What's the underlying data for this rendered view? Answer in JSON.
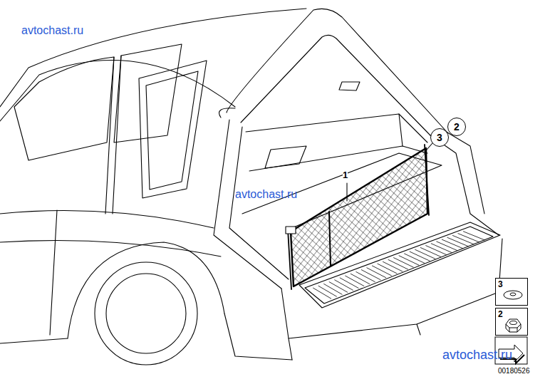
{
  "diagram": {
    "nodes": [
      {
        "text": [
          "2"
        ]
      },
      {
        "text": [
          "3"
        ]
      },
      {
        "text": [
          "3"
        ]
      },
      {
        "text": [
          "2"
        ]
      }
    ],
    "labels": [
      "avtochast.ru",
      "avtochast.ru",
      "1",
      "avtochast.ru",
      "00180526"
    ]
  }
}
